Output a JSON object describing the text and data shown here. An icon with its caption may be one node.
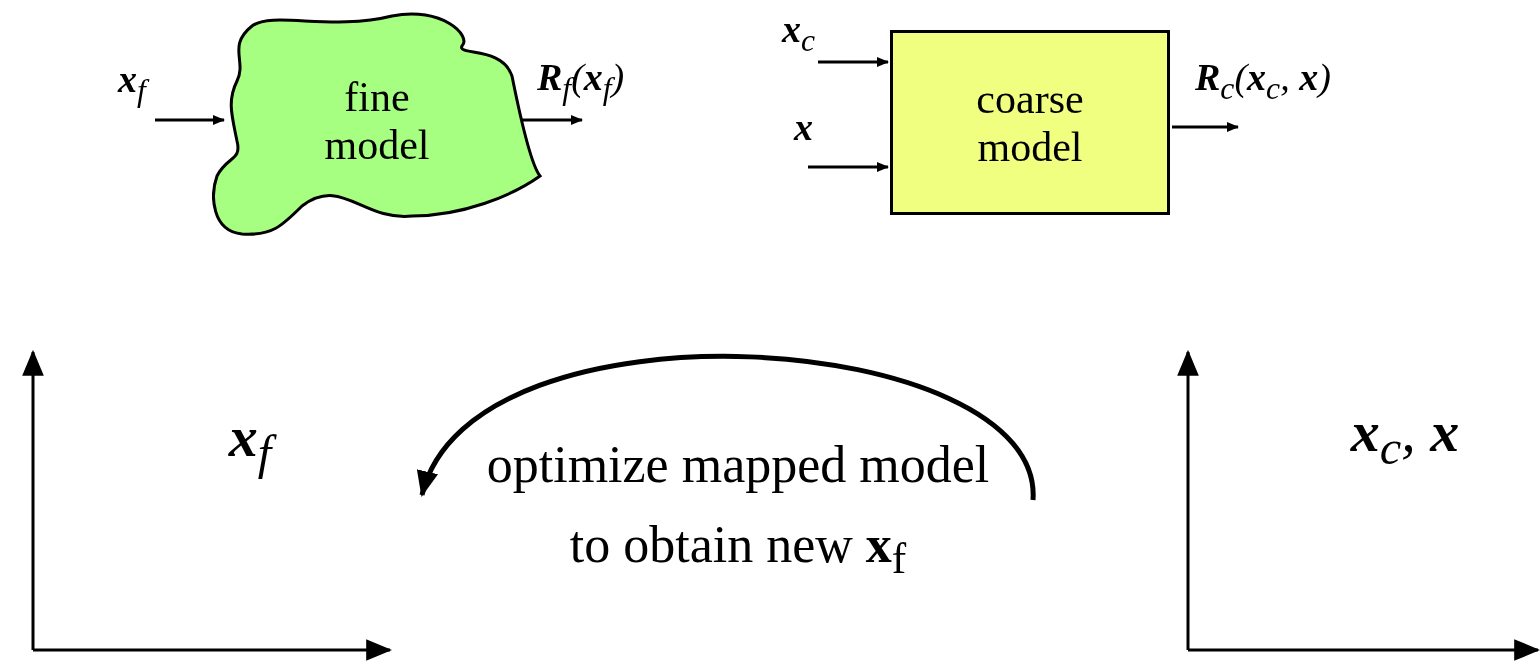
{
  "diagram": {
    "nodes": [
      {
        "text": [
          "fine model"
        ]
      },
      {
        "text": [
          "coarse model"
        ]
      },
      {
        "text": [
          "**x**$_{f}$"
        ]
      },
      {
        "text": [
          "**x**$_{c}$, **x**"
        ]
      }
    ],
    "edges": [
      {
        "from": null,
        "to": 0,
        "arrow": "to",
        "label": "**x**$_{f}$"
      },
      {
        "from": 0,
        "to": null,
        "arrow": "to",
        "label": "**R**$_{f}$(**x**$_{f}$)"
      },
      {
        "from": null,
        "to": 1,
        "arrow": "to",
        "label": "**x**$_{c}$"
      },
      {
        "from": null,
        "to": 1,
        "arrow": "to",
        "label": "**x**"
      },
      {
        "from": 1,
        "to": null,
        "arrow": "to",
        "label": "**R**$_{c}$(**x**$_{c}$, **x**)"
      }
    ],
    "labels": [
      "optimize mapped model to obtain new **x**$_{f}$"
    ]
  }
}
